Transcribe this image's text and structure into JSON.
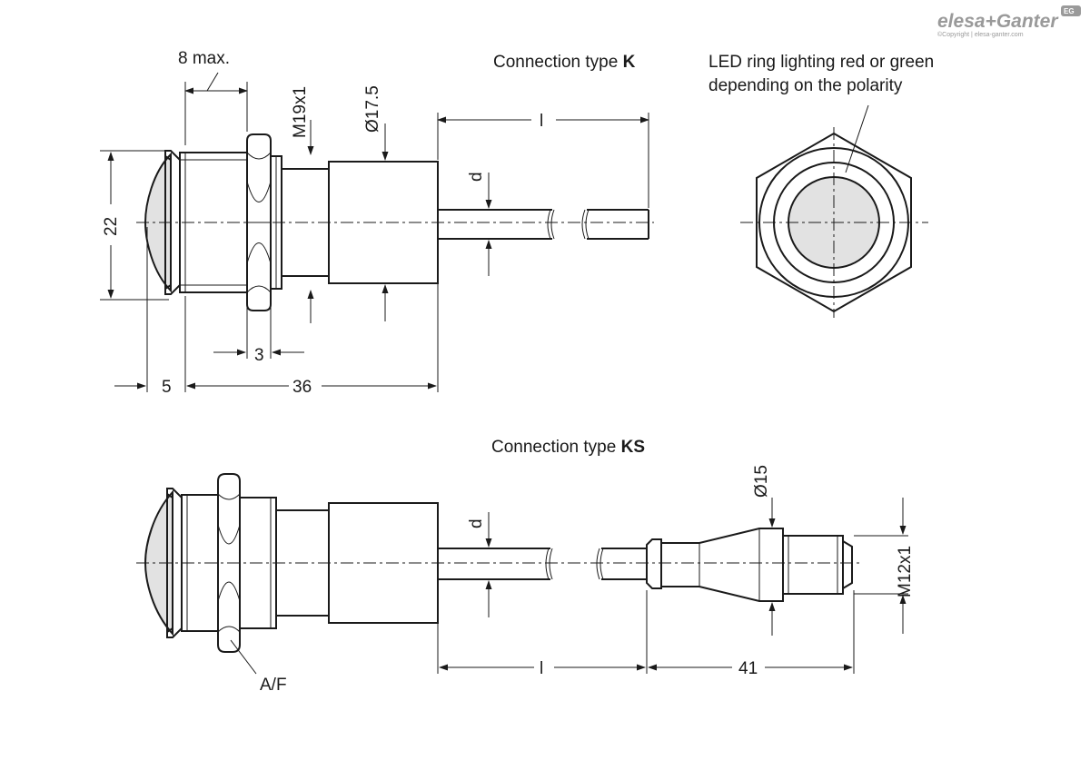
{
  "brand": {
    "name": "elesa+Ganter",
    "copyright": "©Copyright | elesa-ganter.com",
    "badge": "EG"
  },
  "captions": {
    "type_k_prefix": "Connection type ",
    "type_k": "K",
    "type_ks_prefix": "Connection type ",
    "type_ks": "KS",
    "led_line1": "LED ring lighting red or green",
    "led_line2": "depending on the polarity",
    "af": "A/F"
  },
  "dimensions": {
    "max_overhang": "8 max.",
    "thread": "M19x1",
    "body_diameter": "Ø17.5",
    "cable_length": "l",
    "cable_diameter": "d",
    "head_diameter": "22",
    "nut_thickness": "3",
    "dome_height": "5",
    "body_length": "36",
    "connector_diameter": "Ø15",
    "connector_thread": "M12x1",
    "cable_length_ks": "l",
    "cable_diameter_ks": "d",
    "connector_length": "41"
  },
  "colors": {
    "line": "#1a1a1a",
    "lens": "#e2e2e2",
    "logo": "#9a9a9a"
  }
}
